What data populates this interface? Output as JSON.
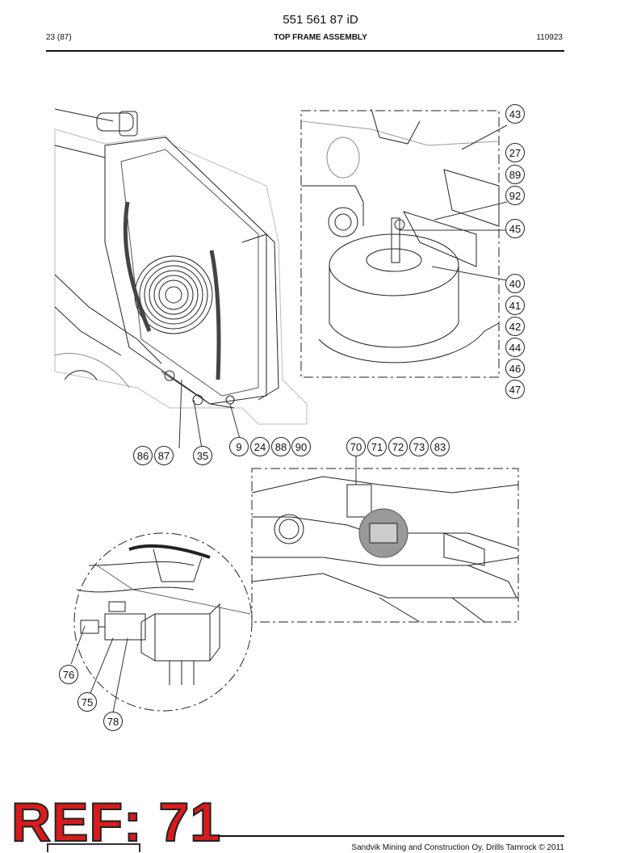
{
  "header": {
    "doc_code": "551 561 87 iD",
    "page": "23 (87)",
    "title": "TOP FRAME ASSEMBLY",
    "date": "110923"
  },
  "callouts": [
    "43",
    "27",
    "89",
    "92",
    "45",
    "40",
    "41",
    "42",
    "44",
    "46",
    "47",
    "86",
    "87",
    "35",
    "9",
    "24",
    "88",
    "90",
    "70",
    "71",
    "72",
    "73",
    "83",
    "76",
    "75",
    "78"
  ],
  "stamp": "REF: 71",
  "footer": {
    "copyright": "Sandvik Mining and Construction Oy, Drills Tamrock © 2011"
  }
}
